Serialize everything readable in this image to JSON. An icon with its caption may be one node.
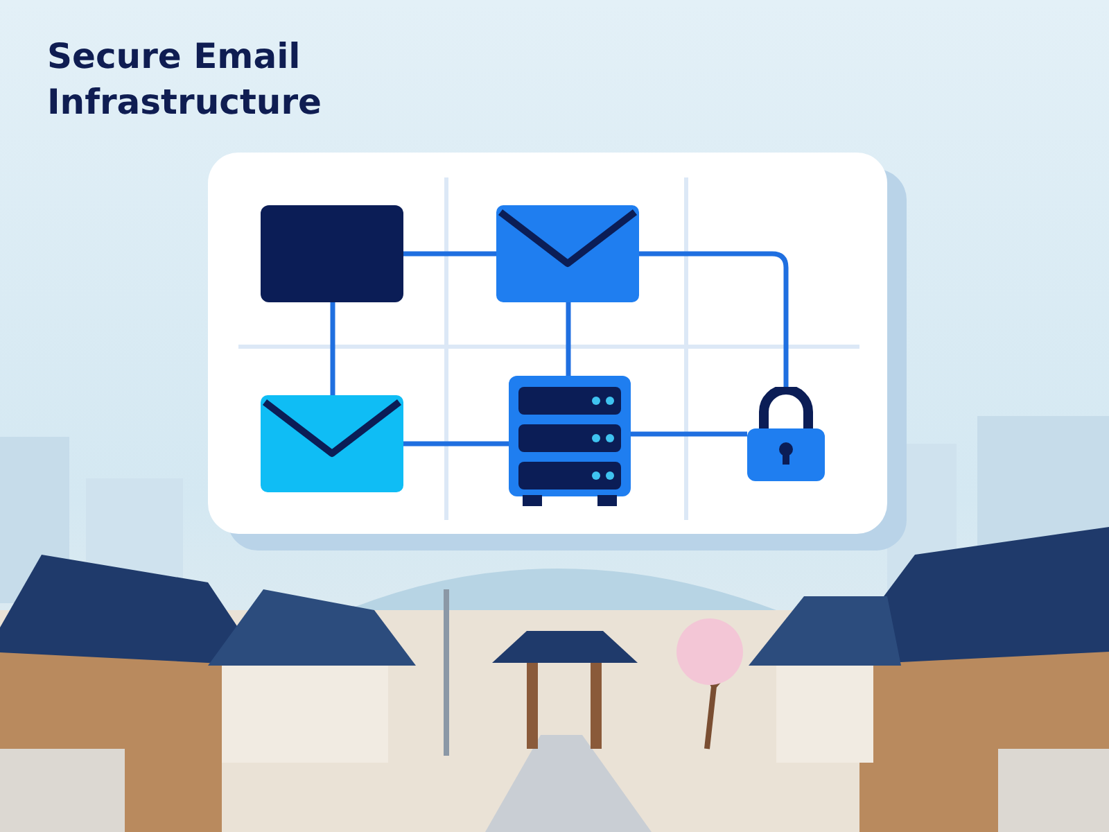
{
  "diagram": {
    "title": "Secure Email Infrastructure",
    "nodes": [
      {
        "text": [],
        "shape": "box"
      },
      {
        "text": [],
        "shape": "envelope"
      },
      {
        "text": [],
        "shape": "envelope"
      },
      {
        "text": [],
        "shape": "server"
      },
      {
        "text": [],
        "shape": "lock"
      }
    ],
    "edges": [
      {
        "from": 0,
        "to": 1,
        "arrow": "none"
      },
      {
        "from": 0,
        "to": 2,
        "arrow": "none"
      },
      {
        "from": 1,
        "to": 3,
        "arrow": "none"
      },
      {
        "from": 1,
        "to": 4,
        "arrow": "none"
      },
      {
        "from": 2,
        "to": 3,
        "arrow": "none"
      },
      {
        "from": 3,
        "to": 4,
        "arrow": "none"
      }
    ]
  }
}
